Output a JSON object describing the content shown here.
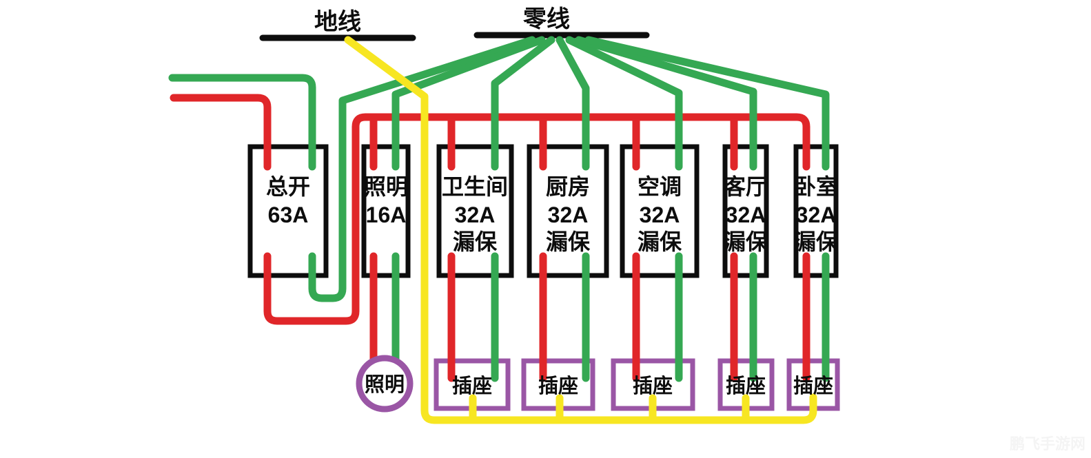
{
  "buses": {
    "ground": {
      "label": "地线"
    },
    "neutral": {
      "label": "零线"
    }
  },
  "breakers": [
    {
      "name": "总开",
      "rating": "63A"
    },
    {
      "name": "照明",
      "rating": "16A"
    },
    {
      "name": "卫生间",
      "rating": "32A",
      "type": "漏保"
    },
    {
      "name": "厨房",
      "rating": "32A",
      "type": "漏保"
    },
    {
      "name": "空调",
      "rating": "32A",
      "type": "漏保"
    },
    {
      "name": "客厅",
      "rating": "32A",
      "type": "漏保"
    },
    {
      "name": "卧室",
      "rating": "32A",
      "type": "漏保"
    }
  ],
  "loads": {
    "lamp": {
      "label": "照明"
    },
    "sockets": [
      {
        "label": "插座"
      },
      {
        "label": "插座"
      },
      {
        "label": "插座"
      },
      {
        "label": "插座"
      },
      {
        "label": "插座"
      }
    ]
  },
  "colors": {
    "live_wire": "#e02629",
    "neutral_wire": "#35a853",
    "ground_wire": "#f7e622",
    "bus_bar": "#0d0d0d",
    "breaker_outline": "#0d0d0d",
    "outlet_outline": "#9a56a5",
    "text": "#0d0d0d",
    "background": "#ffffff",
    "watermark": "#f4f4f4"
  },
  "watermark": "鹏飞手游网"
}
